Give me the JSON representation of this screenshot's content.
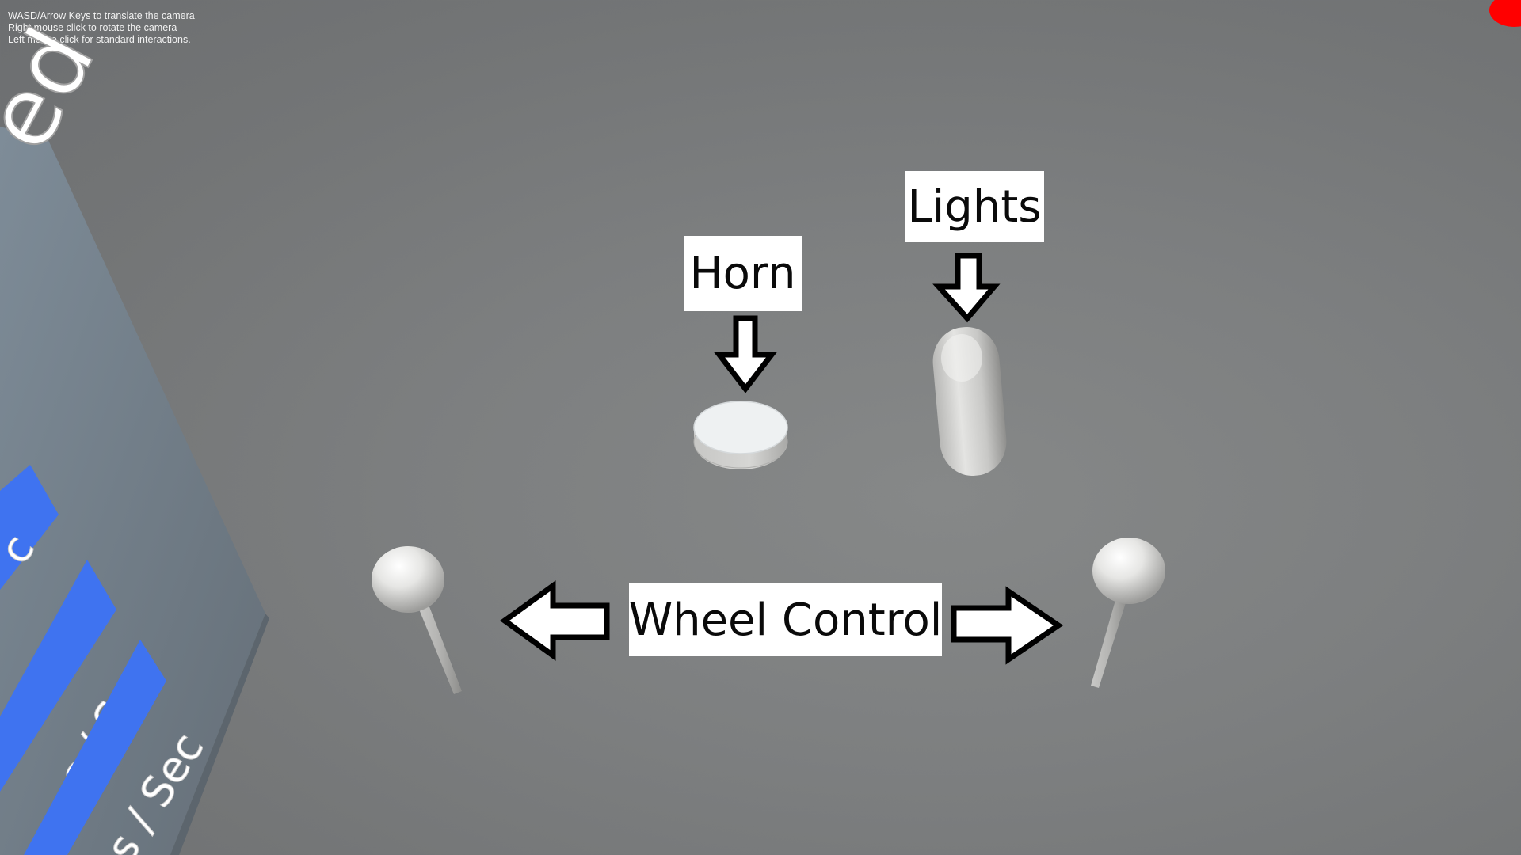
{
  "instructions": [
    "WASD/Arrow Keys to translate the camera",
    "Right mouse click to rotate the camera",
    "Left mouse click for standard interactions."
  ],
  "labels": {
    "horn": "Horn",
    "lights": "Lights",
    "wheel_control": "Wheel Control"
  },
  "side_panel": {
    "title_fragment": "ed",
    "button_1_fragment": "c",
    "button_2_fragment": "s / Sec",
    "button_3_fragment": "s / Sec"
  },
  "colors": {
    "background": "#7d7f80",
    "panel": "#6f7c88",
    "panel_button": "#3f73f0",
    "label_background": "#ffffff",
    "status_dot": "#ff0000"
  },
  "icons": {
    "horn_arrow": "arrow-down-icon",
    "lights_arrow": "arrow-down-icon",
    "wheel_left_arrow": "arrow-left-icon",
    "wheel_right_arrow": "arrow-right-icon"
  }
}
